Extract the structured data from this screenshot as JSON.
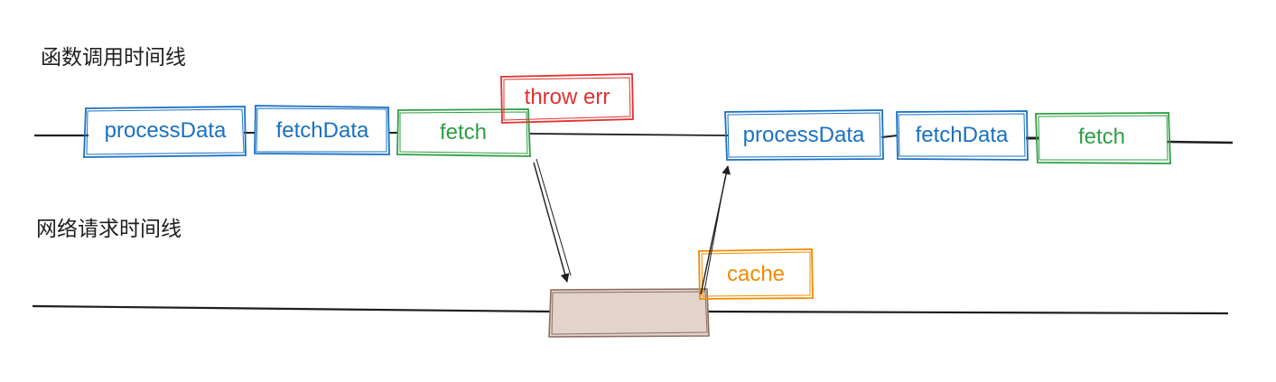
{
  "lanes": {
    "function_timeline": "函数调用时间线",
    "network_timeline": "网络请求时间线"
  },
  "nodes": {
    "process_data_1": "processData",
    "fetch_data_1": "fetchData",
    "fetch_1": "fetch",
    "throw_err": "throw err",
    "process_data_2": "processData",
    "fetch_data_2": "fetchData",
    "fetch_2": "fetch",
    "cache": "cache"
  },
  "colors": {
    "stroke_dark": "#1e1e1e",
    "blue": "#1971c2",
    "green": "#2f9e44",
    "red": "#e03131",
    "orange": "#f08c00",
    "request_fill": "#e2d3cb",
    "request_stroke": "#8c6d62"
  }
}
